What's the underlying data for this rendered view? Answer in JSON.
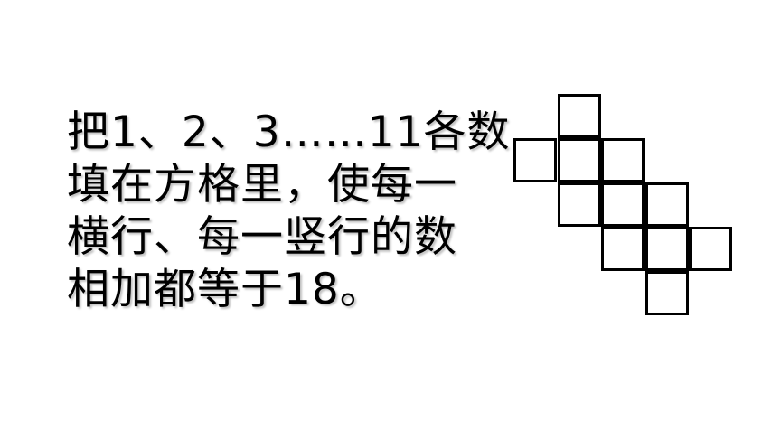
{
  "problem": {
    "lines": [
      "把1、2、3……11各数",
      "填在方格里，使每一",
      "横行、每一竖行的数",
      "相加都等于18。"
    ]
  },
  "grid": {
    "cell_count": 11,
    "cells": [
      {
        "row": 0,
        "col": 1
      },
      {
        "row": 1,
        "col": 0
      },
      {
        "row": 1,
        "col": 1
      },
      {
        "row": 1,
        "col": 2
      },
      {
        "row": 2,
        "col": 1
      },
      {
        "row": 2,
        "col": 2
      },
      {
        "row": 2,
        "col": 3
      },
      {
        "row": 3,
        "col": 2
      },
      {
        "row": 3,
        "col": 3
      },
      {
        "row": 3,
        "col": 4
      },
      {
        "row": 4,
        "col": 3
      }
    ],
    "values": [
      "",
      "",
      "",
      "",
      "",
      "",
      "",
      "",
      "",
      "",
      ""
    ]
  }
}
